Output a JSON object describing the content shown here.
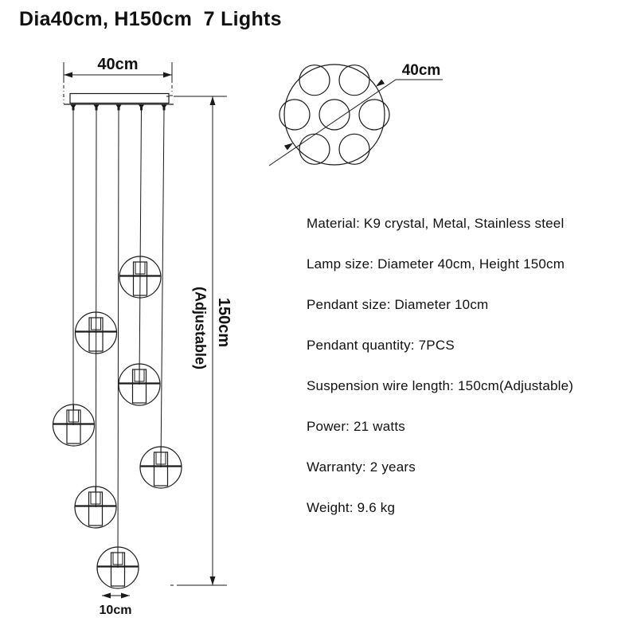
{
  "title": "Dia40cm, H150cm  7 Lights",
  "dimensions": {
    "canopy_width_label": "40cm",
    "top_view_diameter_label": "40cm",
    "suspension_height_label": "150cm",
    "suspension_note_label": "(Adjustable)",
    "pendant_diameter_label": "10cm"
  },
  "specs": {
    "items": [
      "Material: K9 crystal, Metal, Stainless steel",
      "Lamp size: Diameter 40cm, Height 150cm",
      "Pendant size: Diameter 10cm",
      "Pendant quantity: 7PCS",
      "Suspension wire length: 150cm(Adjustable)",
      "Power: 21 watts",
      "Warranty: 2 years",
      "Weight: 9.6 kg"
    ]
  },
  "colors": {
    "line": "#1a1a1a",
    "text": "#111111",
    "background": "#ffffff"
  }
}
